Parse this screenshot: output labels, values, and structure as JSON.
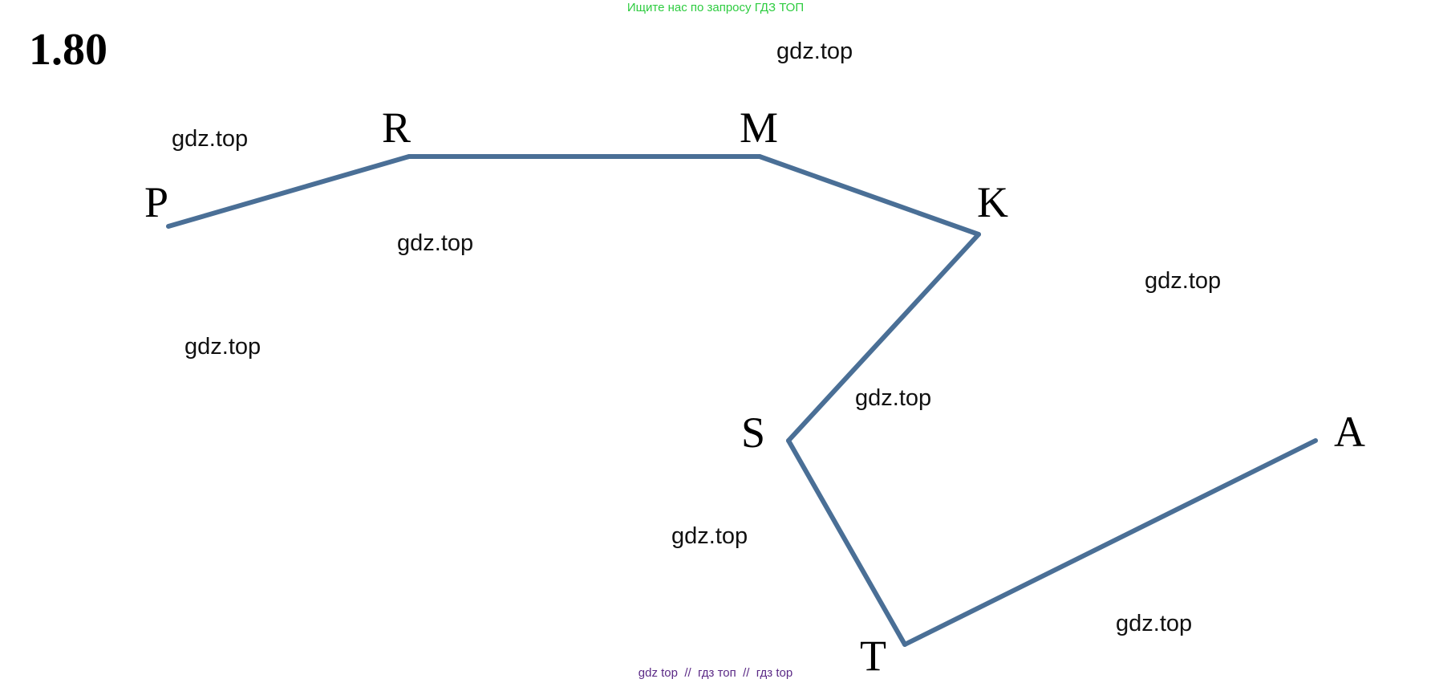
{
  "header": {
    "banner": "Ищите нас по запросу ГДЗ ТОП"
  },
  "problem": {
    "number": "1.80"
  },
  "diagram": {
    "polyline_color": "#4a6f96",
    "vertices": [
      "P",
      "R",
      "M",
      "K",
      "S",
      "T",
      "A"
    ],
    "segments": [
      [
        "P",
        "R"
      ],
      [
        "R",
        "M"
      ],
      [
        "M",
        "K"
      ],
      [
        "K",
        "S"
      ],
      [
        "S",
        "T"
      ],
      [
        "T",
        "A"
      ]
    ]
  },
  "watermarks": [
    "gdz.top",
    "gdz.top",
    "gdz.top",
    "gdz.top",
    "gdz.top",
    "gdz.top",
    "gdz.top",
    "gdz.top"
  ],
  "footer": {
    "text": "gdz top  //  гдз топ  //  гдз top"
  }
}
